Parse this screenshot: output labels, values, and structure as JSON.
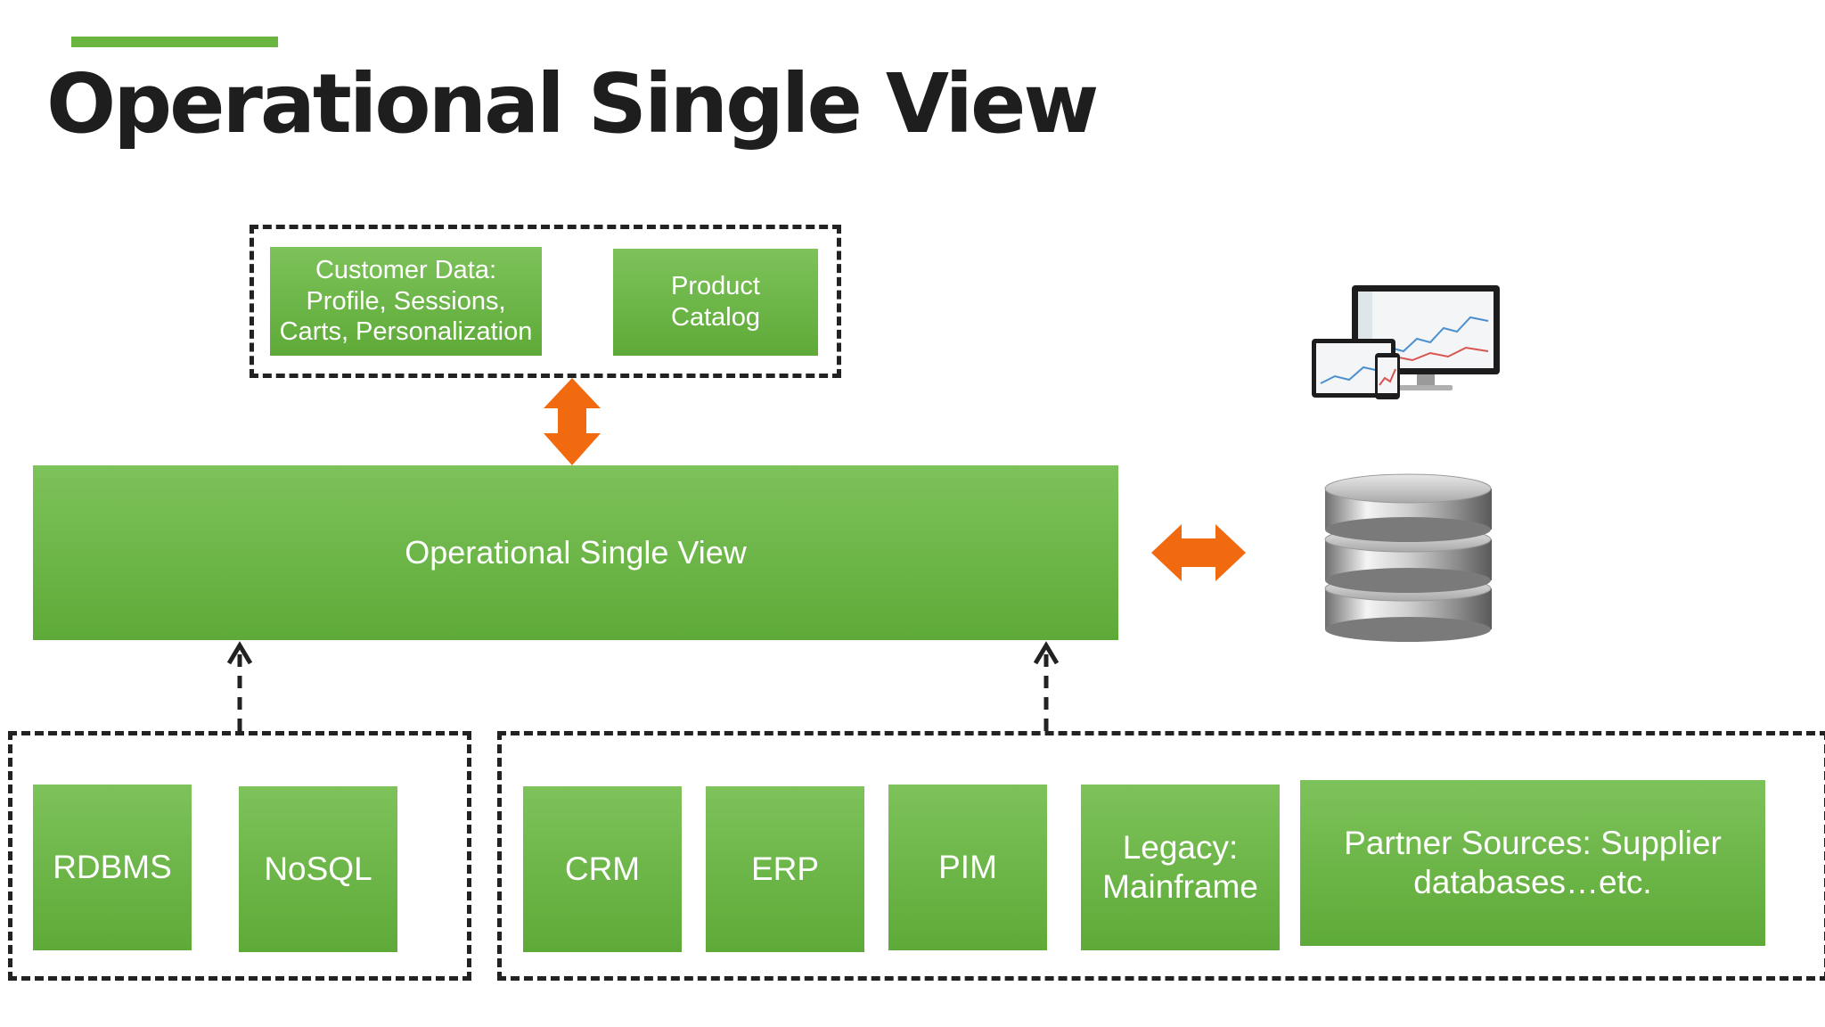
{
  "title": "Operational Single View",
  "top_group": {
    "customer": "Customer Data:\nProfile, Sessions,\nCarts, Personalization",
    "product": "Product\nCatalog"
  },
  "main_bar": {
    "label": "Operational Single View"
  },
  "sources_left": {
    "rdbms": "RDBMS",
    "nosql": "NoSQL"
  },
  "sources_right": {
    "crm": "CRM",
    "erp": "ERP",
    "pim": "PIM",
    "legacy": "Legacy:\nMainframe",
    "partner": "Partner Sources: Supplier\ndatabases…etc."
  },
  "colors": {
    "green": "#6ab540",
    "orange": "#f26a10",
    "dash": "#222222"
  },
  "icons": [
    "devices-icon",
    "database-icon"
  ]
}
